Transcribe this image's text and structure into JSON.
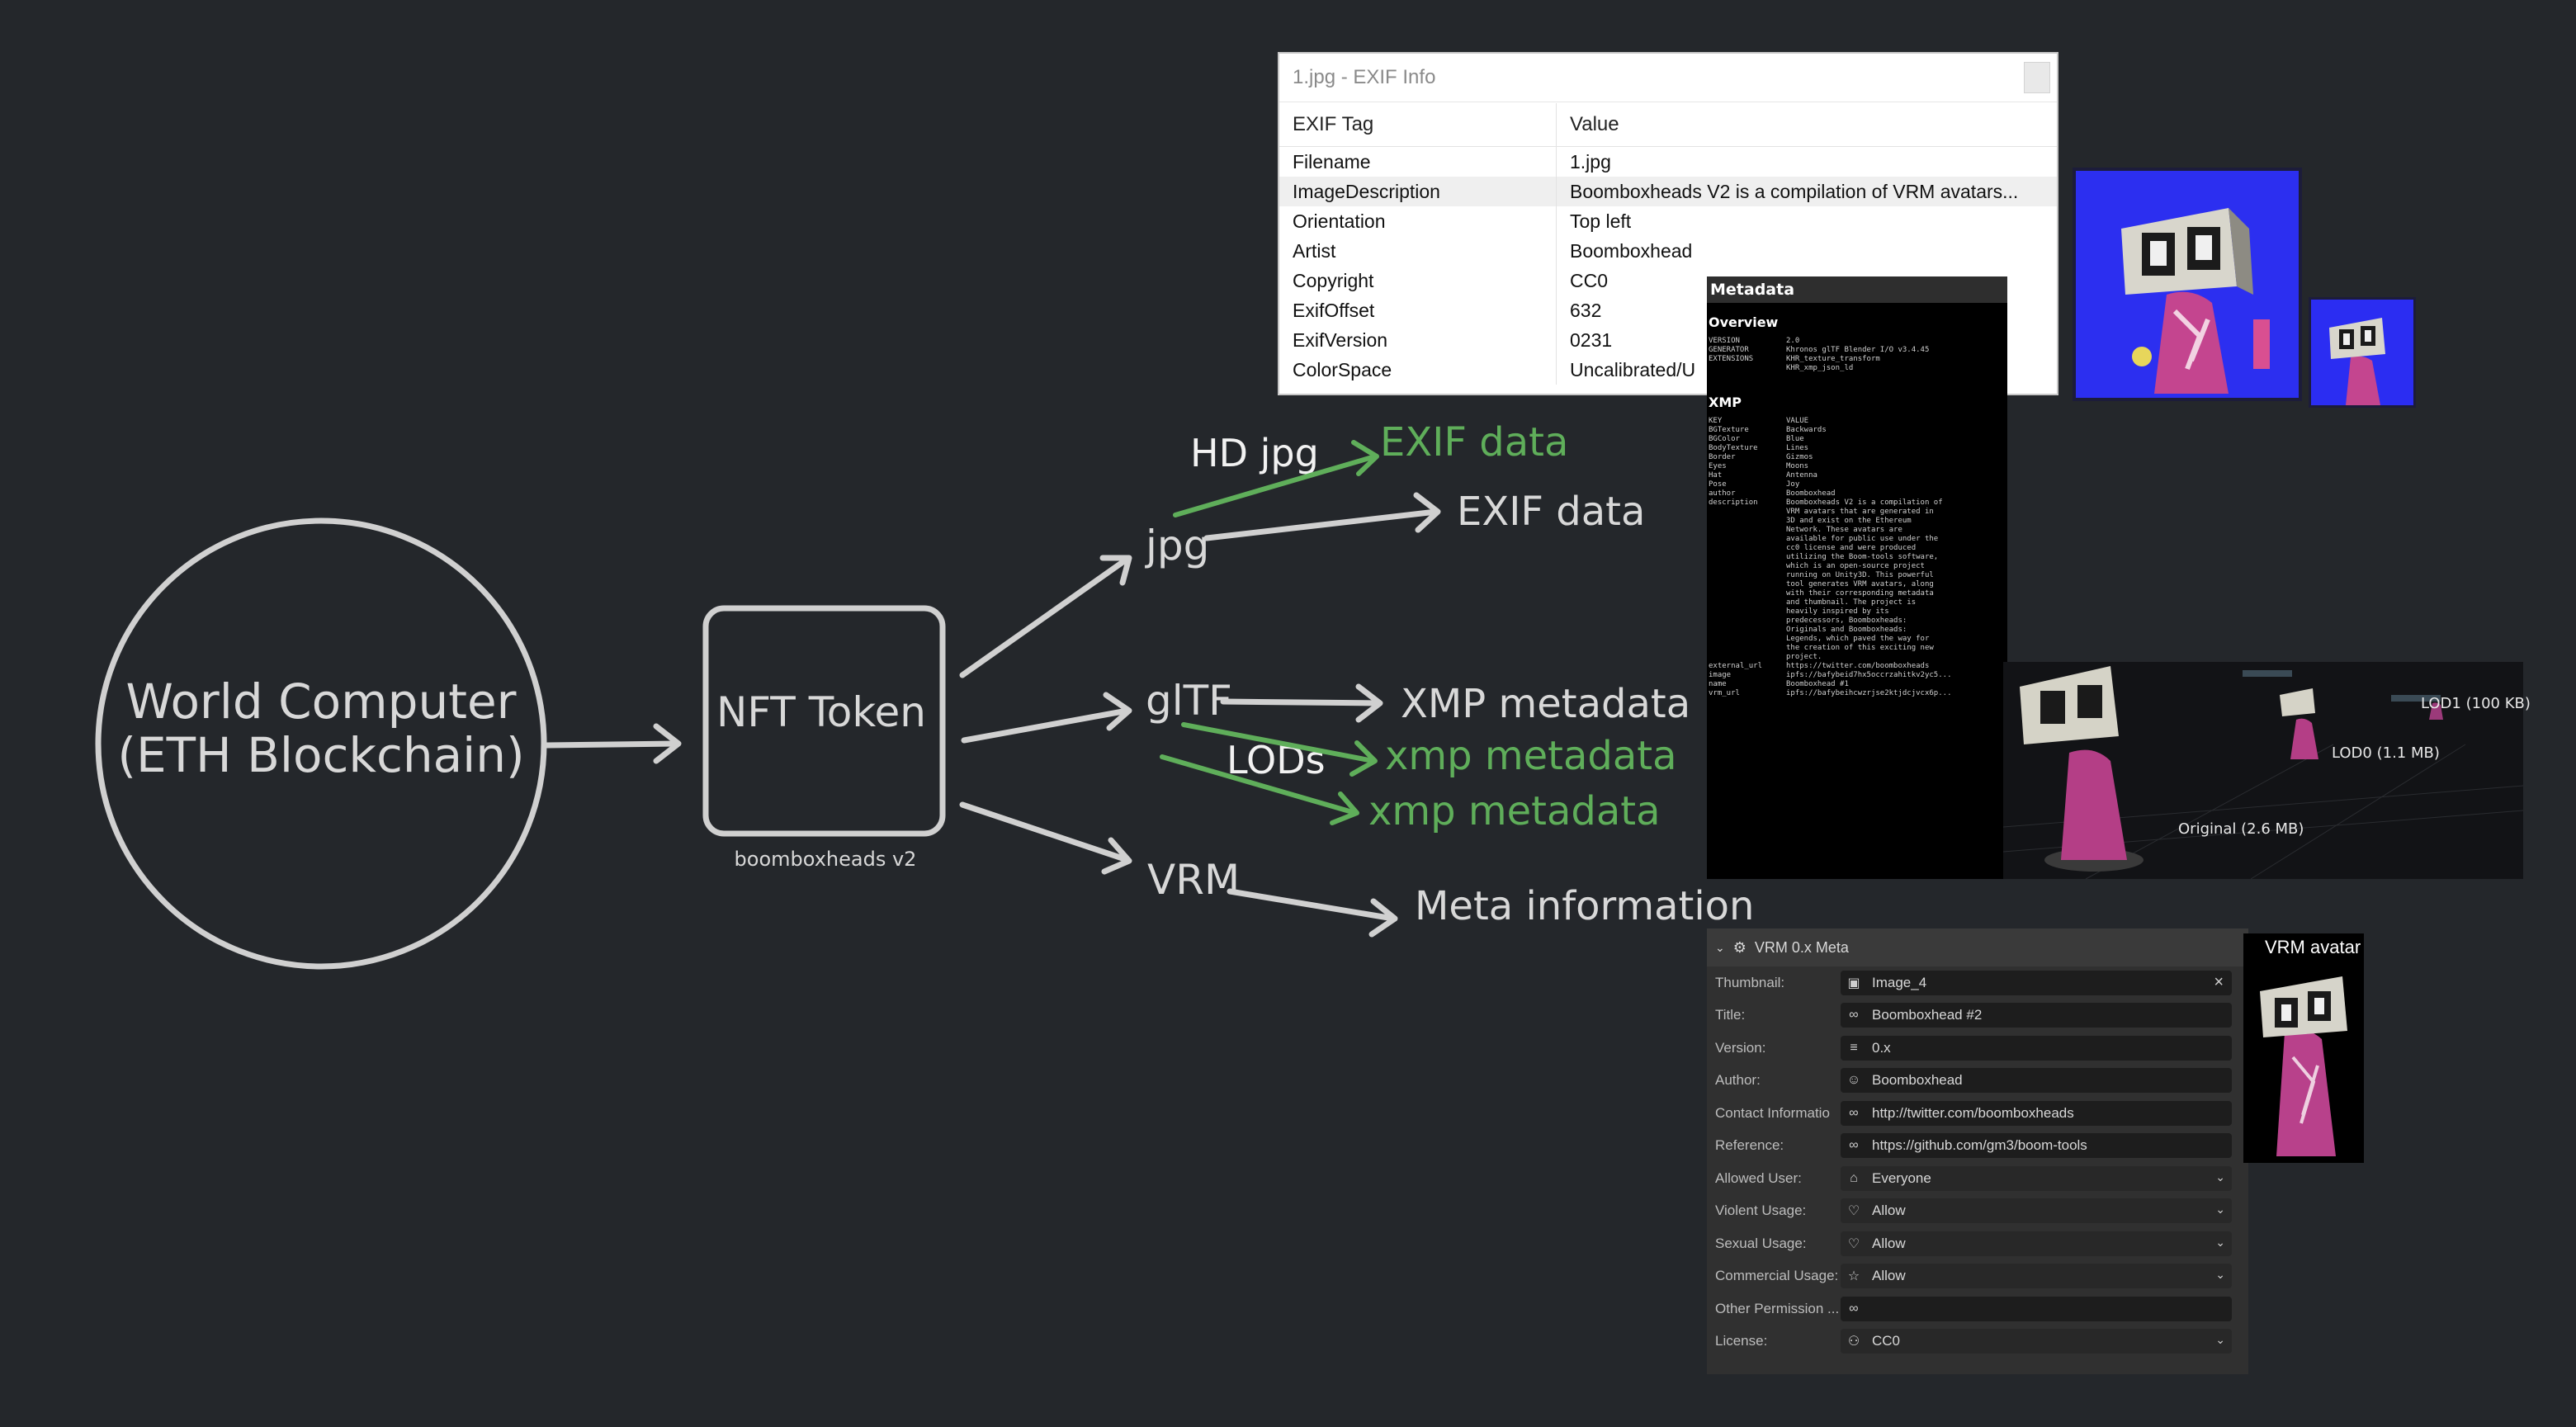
{
  "diagram": {
    "world_computer_line1": "World Computer",
    "world_computer_line2": "(ETH Blockchain)",
    "nft_token": "NFT Token",
    "nft_subtitle": "boomboxheads v2",
    "jpg": "jpg",
    "hd_jpg": "HD jpg",
    "exif_green": "EXIF data",
    "exif_white": "EXIF data",
    "gltf": "glTF",
    "xmp_white": "XMP metadata",
    "lods": "LODs",
    "xmp_green_1": "xmp metadata",
    "xmp_green_2": "xmp metadata",
    "vrm": "VRM",
    "meta_information": "Meta information"
  },
  "colors": {
    "background": "#24272b",
    "diagram_stroke": "#d0d0d0",
    "green": "#5fae5a"
  },
  "exif_window": {
    "title": "1.jpg - EXIF Info",
    "header_tag": "EXIF Tag",
    "header_value": "Value",
    "rows": [
      {
        "tag": "Filename",
        "value": "1.jpg"
      },
      {
        "tag": "ImageDescription",
        "value": "Boomboxheads V2 is a compilation of VRM avatars..."
      },
      {
        "tag": "Orientation",
        "value": "Top left"
      },
      {
        "tag": "Artist",
        "value": "Boomboxhead"
      },
      {
        "tag": "Copyright",
        "value": "CC0"
      },
      {
        "tag": "ExifOffset",
        "value": "632"
      },
      {
        "tag": "ExifVersion",
        "value": "0231"
      },
      {
        "tag": "ColorSpace",
        "value": "Uncalibrated/U"
      }
    ]
  },
  "metadata_panel": {
    "title": "Metadata",
    "overview_heading": "Overview",
    "overview_rows": [
      {
        "k": "VERSION",
        "v": "2.0"
      },
      {
        "k": "GENERATOR",
        "v": "Khronos glTF Blender I/O v3.4.45"
      },
      {
        "k": "EXTENSIONS",
        "v": "KHR_texture_transform\nKHR_xmp_json_ld"
      }
    ],
    "xmp_heading": "XMP",
    "xmp_rows": [
      {
        "k": "KEY",
        "v": "VALUE"
      },
      {
        "k": "BGTexture",
        "v": "Backwards"
      },
      {
        "k": "BGColor",
        "v": "Blue"
      },
      {
        "k": "BodyTexture",
        "v": "Lines"
      },
      {
        "k": "Border",
        "v": "Gizmos"
      },
      {
        "k": "Eyes",
        "v": "Moons"
      },
      {
        "k": "Hat",
        "v": "Antenna"
      },
      {
        "k": "Pose",
        "v": "Joy"
      },
      {
        "k": "author",
        "v": "Boomboxhead"
      },
      {
        "k": "description",
        "v": "Boomboxheads V2 is a compilation of\nVRM avatars that are generated in\n3D and exist on the Ethereum\nNetwork. These avatars are\navailable for public use under the\ncc0 license and were produced\nutilizing the Boom-tools software,\nwhich is an open-source project\nrunning on Unity3D. This powerful\ntool generates VRM avatars, along\nwith their corresponding metadata\nand thumbnail. The project is\nheavily inspired by its\npredecessors, Boomboxheads:\nOriginals and Boomboxheads:\nLegends, which paved the way for\nthe creation of this exciting new\nproject."
      },
      {
        "k": "external_url",
        "v": "https://twitter.com/boomboxheads"
      },
      {
        "k": "image",
        "v": "ipfs://bafybeid7hx5occrzahitkv2yc5..."
      },
      {
        "k": "name",
        "v": "Boomboxhead #1"
      },
      {
        "k": "vrm_url",
        "v": "ipfs://bafybeihcwzrjse2ktjdcjvcx6p..."
      }
    ]
  },
  "lod_panel": {
    "lod1": "LOD1 (100 KB)",
    "lod0": "LOD0 (1.1 MB)",
    "original": "Original (2.6 MB)"
  },
  "vrm_preview": {
    "title": "VRM avatar"
  },
  "vrm_panel": {
    "header": "VRM 0.x Meta",
    "rows": [
      {
        "label": "Thumbnail:",
        "value": "Image_4",
        "icon": "image-icon",
        "kind": "clearable"
      },
      {
        "label": "Title:",
        "value": "Boomboxhead #2",
        "icon": "link-icon",
        "kind": "text"
      },
      {
        "label": "Version:",
        "value": "0.x",
        "icon": "version-icon",
        "kind": "text"
      },
      {
        "label": "Author:",
        "value": "Boomboxhead",
        "icon": "user-icon",
        "kind": "text"
      },
      {
        "label": "Contact Informatio",
        "value": "http://twitter.com/boomboxheads",
        "icon": "link-icon",
        "kind": "text"
      },
      {
        "label": "Reference:",
        "value": "https://github.com/gm3/boom-tools",
        "icon": "link-icon",
        "kind": "text"
      },
      {
        "label": "Allowed User:",
        "value": "Everyone",
        "icon": "shirt-icon",
        "kind": "dropdown"
      },
      {
        "label": "Violent Usage:",
        "value": "Allow",
        "icon": "broken-heart-icon",
        "kind": "dropdown"
      },
      {
        "label": "Sexual Usage:",
        "value": "Allow",
        "icon": "heart-icon",
        "kind": "dropdown"
      },
      {
        "label": "Commercial Usage:",
        "value": "Allow",
        "icon": "star-icon",
        "kind": "dropdown"
      },
      {
        "label": "Other Permission ...",
        "value": "",
        "icon": "link-icon",
        "kind": "text"
      },
      {
        "label": "License:",
        "value": "CC0",
        "icon": "people-icon",
        "kind": "dropdown"
      }
    ]
  }
}
